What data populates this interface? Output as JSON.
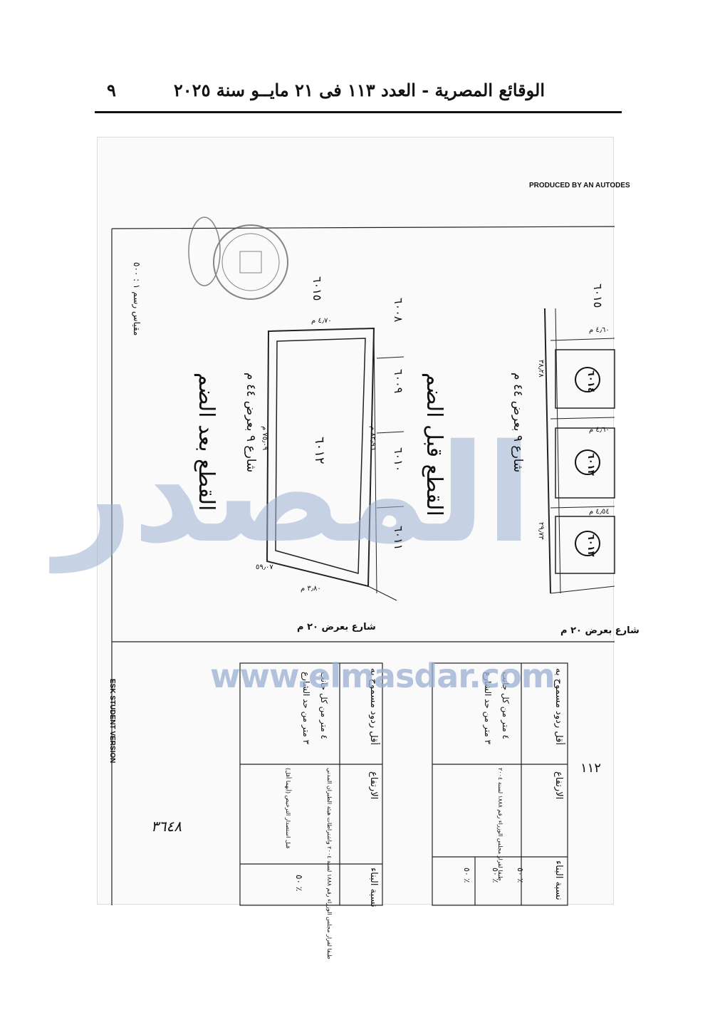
{
  "header": {
    "title": "الوقائع المصرية - العدد ١١٣ فى ٢١ مايــو سنة ٢٠٢٥",
    "page_number": "٩"
  },
  "drawing": {
    "autodesk_banner": "PRODUCED BY AN AUTODES",
    "student_version": "ESK STUDENT VERSION",
    "watermark_site": "www.elmasdar.com",
    "watermark_logo": "المصدر",
    "title_before": "القطع قبل الضم",
    "title_after": "القطع بعد الضم",
    "street_9_before": "شارع ٩ بعرض ٤٤ م",
    "street_9_after": "شارع ٩ بعرض ٤٤ م",
    "street_20_before": "شارع بعرض ٢٠ م",
    "street_20_after": "شارع بعرض ٢٠ م",
    "plot_labels_before": [
      "٦٠١٤",
      "٦٠١٣",
      "٦٠١٢"
    ],
    "plot_label_after": "٦٠١٢",
    "neighbor_labels": [
      "٦٠١٥",
      "٦٠٠٨",
      "٦٠٠٩",
      "٦٠١٠",
      "٦٠١١",
      "٦٠١٥"
    ],
    "dimensions": [
      "٤٫٧٠ م",
      "٤٫٥٤ م",
      "٣٫٨٠ م",
      "٥٩٫٠٧",
      "٢٩٫٧٣",
      "٣٨٫٢٨",
      "٨٢٫٩٦ م",
      "٧٥٫٠٩ م",
      "٤٫٦٠ م",
      "٤٫٦٠ م"
    ],
    "scale_note": "مقياس رسم ١ : ٥٠٠",
    "handwritten_number": "٣٦٤٨",
    "side_number": "١١٢"
  },
  "table_before": {
    "headers": [
      "أقل ردود مسموح به",
      "الارتفاع",
      "نسبة البناء"
    ],
    "setback": "٤ متر من كل جانب",
    "setback2": "٣ متر من حد الشارع",
    "height_note": "طبقا لقرار مجلس الوزراء رقم ١٨٨٨ لسنة ٢٠٠٤",
    "ratios": [
      "٥٠ ٪",
      "٥٠ ٪",
      "٥٠ ٪"
    ]
  },
  "table_after": {
    "headers": [
      "أقل ردود مسموح به",
      "الارتفاع",
      "نسبة البناء"
    ],
    "setback": "٤ متر من كل جانب",
    "setback2": "٣ متر من حد الشارع",
    "height_note": "طبقا لقرار مجلس الوزراء رقم ١٨٨٨ لسنة ٢٠٠٤ واشتراطات هيئة الطيران المدني",
    "height_note2": "قبل استصدار الترخيص (أيهما أقل)",
    "ratio": "٥٠ ٪"
  },
  "colors": {
    "watermark": "#9cb0d2",
    "ink": "#111111",
    "stamp": "#555555"
  }
}
